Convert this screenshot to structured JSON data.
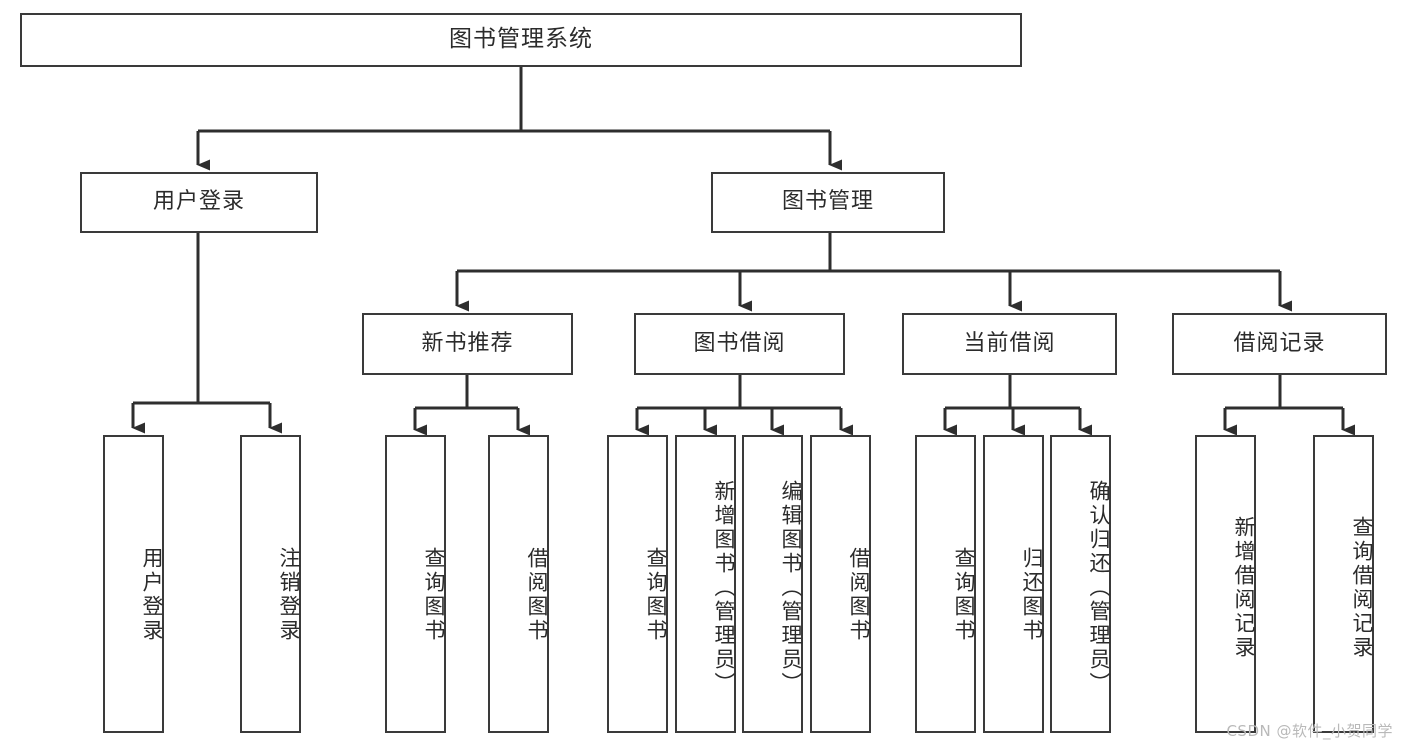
{
  "diagram": {
    "title": "图书管理系统",
    "root": {
      "label": "图书管理系统"
    },
    "level2": [
      {
        "label": "用户登录"
      },
      {
        "label": "图书管理"
      }
    ],
    "level3": [
      {
        "label": "新书推荐"
      },
      {
        "label": "图书借阅"
      },
      {
        "label": "当前借阅"
      },
      {
        "label": "借阅记录"
      }
    ],
    "leaves": {
      "user_login": [
        {
          "label": "用户登录"
        },
        {
          "label": "注销登录"
        }
      ],
      "new_book_recommend": [
        {
          "label": "查询图书"
        },
        {
          "label": "借阅图书"
        }
      ],
      "book_borrow": [
        {
          "label": "查询图书"
        },
        {
          "label": "新增图书（管理员）"
        },
        {
          "label": "编辑图书（管理员）"
        },
        {
          "label": "借阅图书"
        }
      ],
      "current_borrow": [
        {
          "label": "查询图书"
        },
        {
          "label": "归还图书"
        },
        {
          "label": "确认归还（管理员）"
        }
      ],
      "borrow_record": [
        {
          "label": "新增借阅记录"
        },
        {
          "label": "查询借阅记录"
        }
      ]
    }
  },
  "watermark": {
    "text": "CSDN @软件_小贺同学"
  },
  "colors": {
    "box_border": "#3a3a3a",
    "text": "#2b2b2b",
    "connector": "#2e2e2e",
    "background": "#ffffff",
    "watermark": "#b9b9b9"
  }
}
